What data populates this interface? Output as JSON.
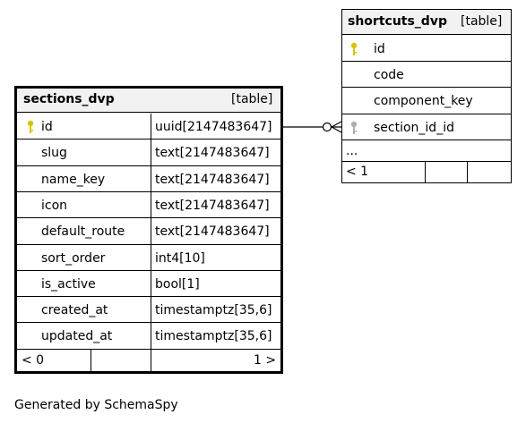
{
  "sections": {
    "name": "sections_dvp",
    "kind": "[table]",
    "columns": [
      {
        "name": "id",
        "type": "uuid[2147483647]",
        "key": "primary"
      },
      {
        "name": "slug",
        "type": "text[2147483647]"
      },
      {
        "name": "name_key",
        "type": "text[2147483647]"
      },
      {
        "name": "icon",
        "type": "text[2147483647]"
      },
      {
        "name": "default_route",
        "type": "text[2147483647]"
      },
      {
        "name": "sort_order",
        "type": "int4[10]"
      },
      {
        "name": "is_active",
        "type": "bool[1]"
      },
      {
        "name": "created_at",
        "type": "timestamptz[35,6]"
      },
      {
        "name": "updated_at",
        "type": "timestamptz[35,6]"
      }
    ],
    "footer_left": "< 0",
    "footer_right": "1 >"
  },
  "shortcuts": {
    "name": "shortcuts_dvp",
    "kind": "[table]",
    "columns": [
      {
        "name": "id",
        "key": "primary"
      },
      {
        "name": "code"
      },
      {
        "name": "component_key"
      },
      {
        "name": "section_id_id",
        "key": "foreign"
      }
    ],
    "ellipsis": "...",
    "footer_left": "< 1"
  },
  "footer_text": "Generated by SchemaSpy",
  "colors": {
    "primary_key": "#d4c600",
    "foreign_key": "#b0b0b0",
    "header_bg": "#f2f2f2"
  }
}
